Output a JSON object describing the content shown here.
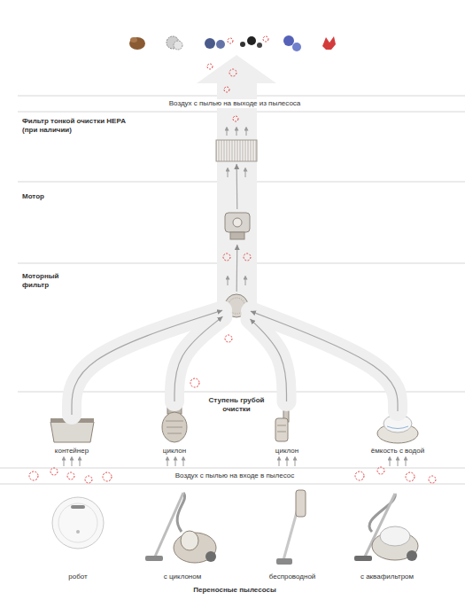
{
  "diagram": {
    "caption": "Переносные пылесосы",
    "nodes": [
      {
        "text": [
          "Фильтр тонкой очистки HEPA (при наличии)"
        ]
      },
      {
        "text": [
          "Мотор"
        ]
      },
      {
        "text": [
          "Моторный фильтр"
        ]
      },
      {
        "text": [
          "контейнер"
        ]
      },
      {
        "text": [
          "циклон"
        ]
      },
      {
        "text": [
          "циклон"
        ]
      },
      {
        "text": [
          "ёмкость с водой"
        ]
      },
      {
        "text": [
          "робот"
        ]
      },
      {
        "text": [
          "с циклоном"
        ]
      },
      {
        "text": [
          "беспроводной"
        ]
      },
      {
        "text": [
          "с аквафильтром"
        ]
      }
    ],
    "edges": [
      {
        "from": 3,
        "to": 2,
        "arrow": "to"
      },
      {
        "from": 4,
        "to": 2,
        "arrow": "to"
      },
      {
        "from": 5,
        "to": 2,
        "arrow": "to"
      },
      {
        "from": 6,
        "to": 2,
        "arrow": "to"
      },
      {
        "from": 2,
        "to": 1,
        "arrow": "to"
      },
      {
        "from": 1,
        "to": 0,
        "arrow": "to"
      }
    ],
    "labels": [
      "Воздух с пылью на выходе из пылесоса",
      "Ступень грубой очистки",
      "Воздух с пылью на входе в пылесос"
    ]
  }
}
